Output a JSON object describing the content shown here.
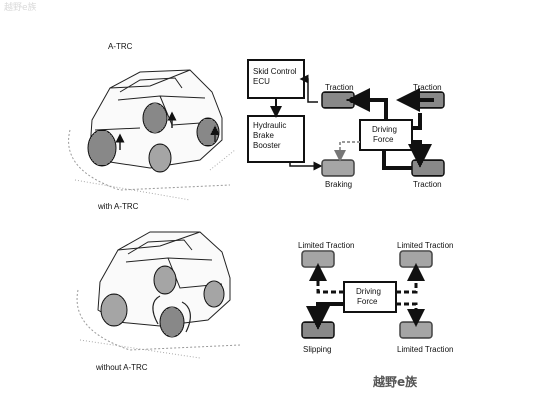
{
  "watermark_top": "越野e族",
  "section1": {
    "title": "A-TRC",
    "caption": "with A-TRC",
    "ecu": [
      "Skid Control",
      "ECU"
    ],
    "booster": [
      "Hydraulic",
      "Brake",
      "Booster"
    ],
    "driving_force": [
      "Driving",
      "Force"
    ],
    "wheel_labels": {
      "front_left": "Traction",
      "front_right": "Traction",
      "rear_left": "Braking",
      "rear_right": "Traction"
    }
  },
  "section2": {
    "caption": "without A-TRC",
    "driving_force": [
      "Driving",
      "Force"
    ],
    "wheel_labels": {
      "front_left": "Limited Traction",
      "front_right": "Limited Traction",
      "rear_left": "Slipping",
      "rear_right": "Limited Traction"
    }
  },
  "watermark_bottom": "越野e族"
}
